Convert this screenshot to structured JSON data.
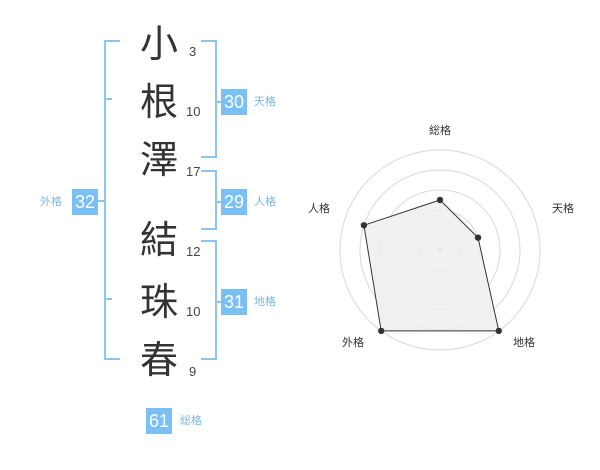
{
  "name_characters": [
    {
      "char": "小",
      "strokes": "3"
    },
    {
      "char": "根",
      "strokes": "10"
    },
    {
      "char": "澤",
      "strokes": "17"
    },
    {
      "char": "結",
      "strokes": "12"
    },
    {
      "char": "珠",
      "strokes": "10"
    },
    {
      "char": "春",
      "strokes": "9"
    }
  ],
  "fortunes": {
    "tenkaku": {
      "value": "30",
      "label": "天格"
    },
    "jinkaku": {
      "value": "29",
      "label": "人格"
    },
    "chikaku": {
      "value": "31",
      "label": "地格"
    },
    "gaikaku": {
      "value": "32",
      "label": "外格"
    },
    "soukaku": {
      "value": "61",
      "label": "総格"
    }
  },
  "radar": {
    "axes": [
      "総格",
      "天格",
      "地格",
      "外格",
      "人格"
    ],
    "values": [
      0.5,
      0.4,
      1.0,
      1.0,
      0.8
    ],
    "colors": {
      "fill": "#eeeeee",
      "line": "#333333",
      "grid": "#d8d8d8",
      "point": "#333333"
    }
  }
}
